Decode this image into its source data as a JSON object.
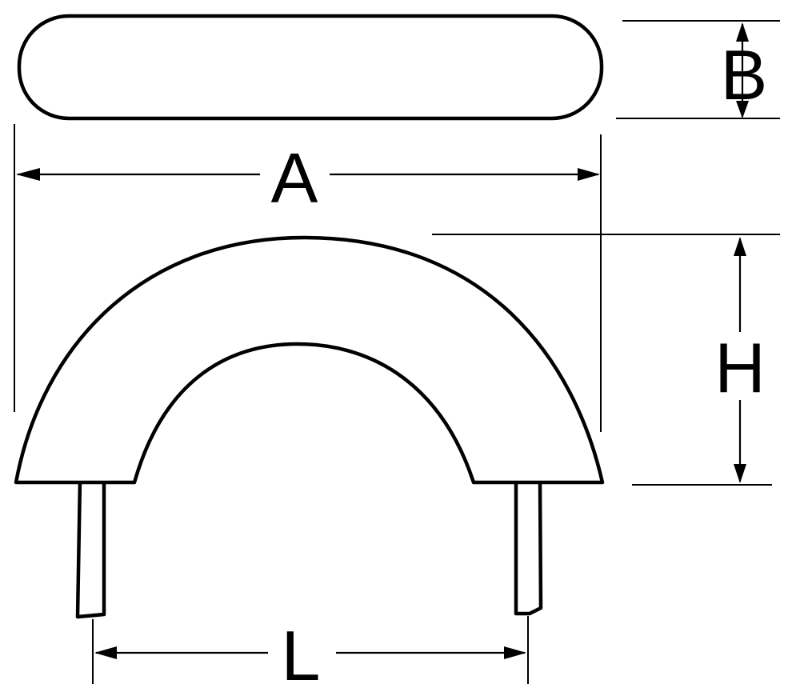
{
  "drawing": {
    "type": "dimension-drawing",
    "subject": "handle",
    "views": [
      "top-view",
      "front-view"
    ],
    "dimensions": {
      "a_label": "A",
      "b_label": "B",
      "h_label": "H",
      "l_label": "L"
    }
  }
}
